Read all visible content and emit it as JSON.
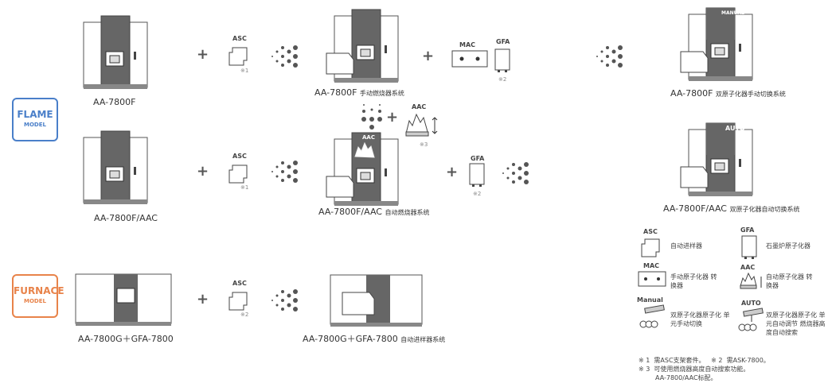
{
  "models": {
    "flame": {
      "title": "FLAME",
      "sub": "MODEL",
      "color": "#4a7fc9"
    },
    "furnace": {
      "title": "FURNACE",
      "sub": "MODEL",
      "color": "#e8834a"
    }
  },
  "row1": {
    "base": "AA-7800F",
    "asc": "ASC",
    "asc_note": "※1",
    "system": "AA-7800F",
    "system_sub": "手动燃烧器系统",
    "mac": "MAC",
    "gfa": "GFA",
    "gfa_note": "※2",
    "final": "AA-7800F",
    "final_sub": "双原子化器手动切换系统",
    "final_tag": "MANUAL"
  },
  "row2": {
    "base": "AA-7800F/AAC",
    "asc": "ASC",
    "asc_note": "※1",
    "aac": "AAC",
    "aac_note": "※3",
    "inner_aac": "AAC",
    "system": "AA-7800F/AAC",
    "system_sub": "自动燃烧器系统",
    "gfa": "GFA",
    "gfa_note": "※2",
    "final": "AA-7800F/AAC",
    "final_sub": "双原子化器自动切换系统",
    "final_tag": "AUTO"
  },
  "row3": {
    "base": "AA-7800G＋GFA-7800",
    "asc": "ASC",
    "asc_note": "※2",
    "system": "AA-7800G＋GFA-7800",
    "system_sub": "自动进样器系统"
  },
  "legend": [
    {
      "tag": "ASC",
      "desc": "自动进样器"
    },
    {
      "tag": "GFA",
      "desc": "石墨炉原子化器"
    },
    {
      "tag": "MAC",
      "desc": "手动原子化器 转换器"
    },
    {
      "tag": "AAC",
      "desc": "自动原子化器 转换器"
    },
    {
      "tag": "Manual",
      "desc": "双原子化器原子化 单元手动切换"
    },
    {
      "tag": "AUTO",
      "desc": "双原子化器原子化 单元自动调节 燃烧器高度自动搜索"
    }
  ],
  "notes": [
    "※ 1  需ASC支架套件。   ※ 2  需ASK-7800。",
    "※ 3  可使用燃烧器高度自动搜索功能。",
    "AA-7800/AAC标配。"
  ]
}
